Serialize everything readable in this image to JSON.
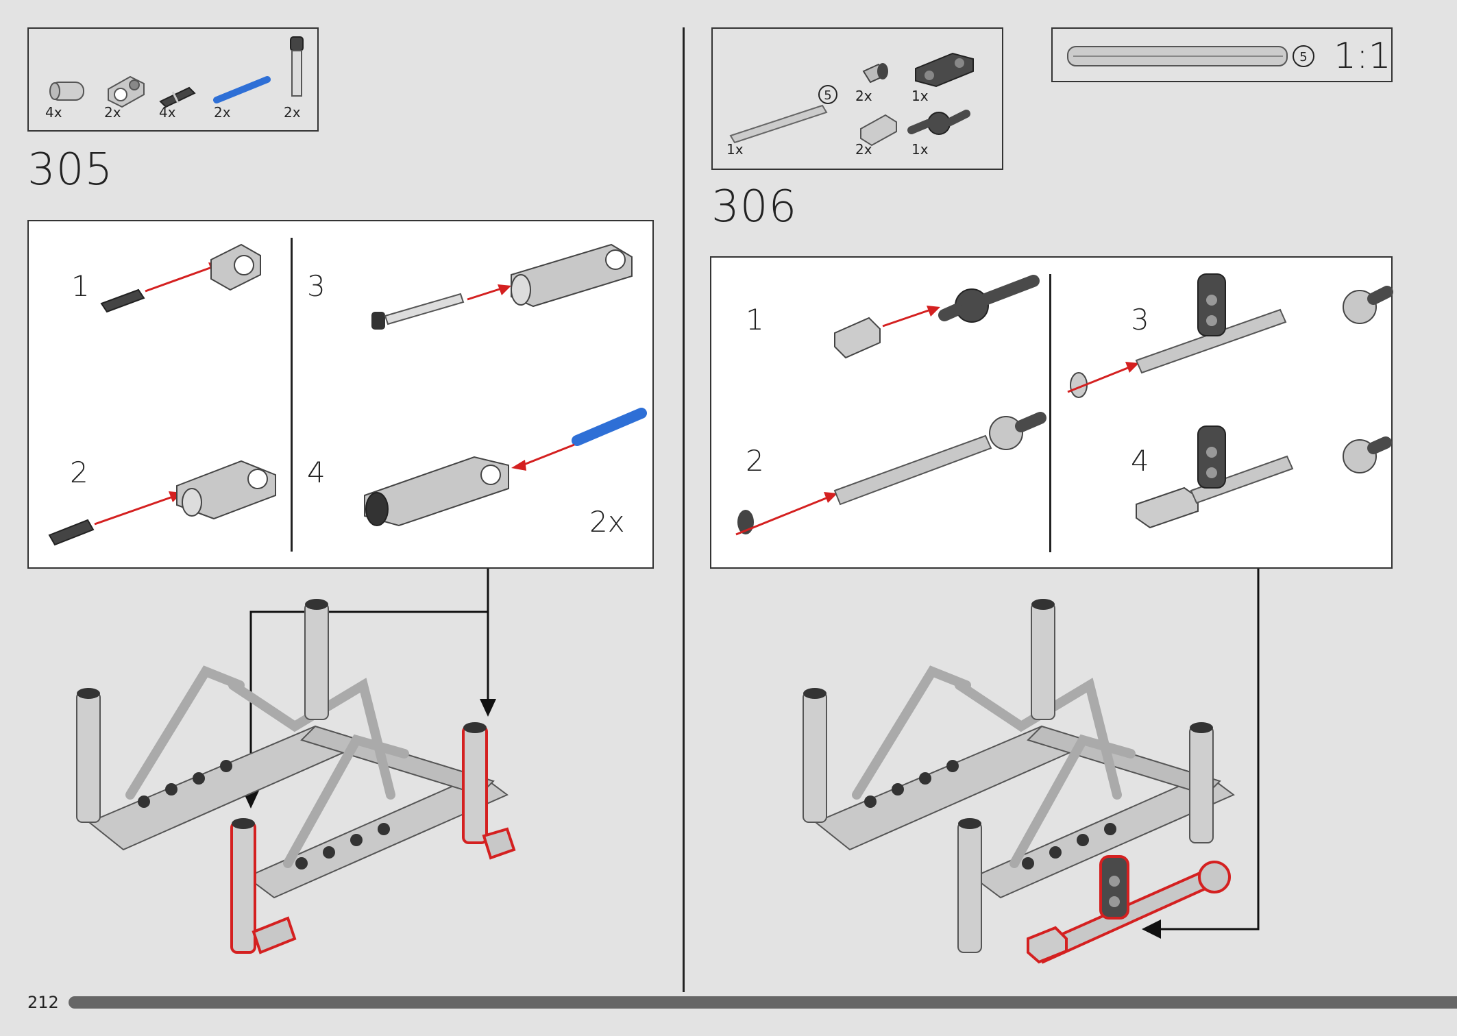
{
  "page_number": "212",
  "step305": {
    "number": "305",
    "parts": [
      {
        "qty": "4x",
        "icon": "connector-tube-icon"
      },
      {
        "qty": "2x",
        "icon": "axle-pin-connector-icon"
      },
      {
        "qty": "4x",
        "icon": "friction-pin-icon"
      },
      {
        "qty": "2x",
        "icon": "blue-axle-icon"
      },
      {
        "qty": "2x",
        "icon": "long-pin-icon"
      }
    ],
    "substeps": [
      "1",
      "2",
      "3",
      "4"
    ],
    "multiplier": "2x"
  },
  "step306": {
    "number": "306",
    "parts": [
      {
        "qty": "1x",
        "icon": "axle-5-icon",
        "badge": "5"
      },
      {
        "qty": "2x",
        "icon": "bush-icon"
      },
      {
        "qty": "1x",
        "icon": "dark-beam-icon"
      },
      {
        "qty": "2x",
        "icon": "axle-connector-icon"
      },
      {
        "qty": "1x",
        "icon": "ball-joint-icon"
      }
    ],
    "substeps": [
      "1",
      "2",
      "3",
      "4"
    ]
  },
  "scale_ref": {
    "badge": "5",
    "label": "1:1"
  },
  "colors": {
    "highlight": "#d42020",
    "blue": "#2e6fd6",
    "grey": "#c8c8c8",
    "dark": "#555555"
  }
}
